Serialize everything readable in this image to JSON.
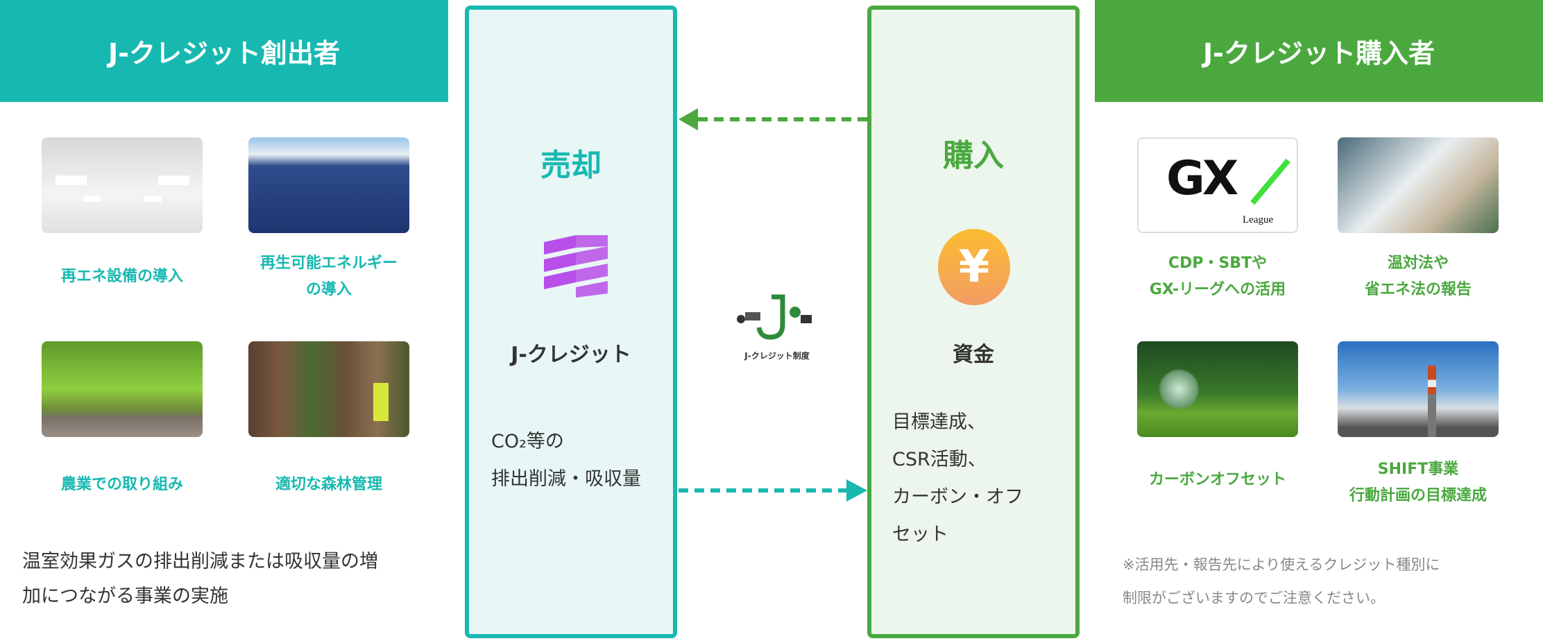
{
  "creator": {
    "title": "J-クレジット創出者",
    "items": [
      {
        "label": "再エネ設備の導入",
        "image": "office-ceiling-lights"
      },
      {
        "label": "再生可能エネルギーの導入",
        "line1": "再生可能エネルギー",
        "line2": "の導入",
        "image": "solar-panels"
      },
      {
        "label": "農業での取り組み",
        "image": "rice-field"
      },
      {
        "label": "適切な森林管理",
        "image": "forest-worker"
      }
    ],
    "description_line1": "温室効果ガスの排出削減または吸収量の増",
    "description_line2": "加につながる事業の実施"
  },
  "sell_box": {
    "title": "売却",
    "credit_label": "J-クレジット",
    "text_line1": "CO₂等の",
    "text_line2": "排出削減・吸収量"
  },
  "center_logo": {
    "text": "J-クレジット制度"
  },
  "buy_box": {
    "title": "購入",
    "fund_label": "資金",
    "text_lines": [
      "目標達成、",
      "CSR活動、",
      "カーボン・オフ",
      "セット"
    ]
  },
  "buyer": {
    "title": "J-クレジット購入者",
    "items": [
      {
        "line1": "CDP・SBTや",
        "line2": "GX-リーグへの活用",
        "image": "gx-league-logo",
        "logo_text": "GX",
        "logo_sub": "League"
      },
      {
        "line1": "温対法や",
        "line2": "省エネ法の報告",
        "image": "report-documents"
      },
      {
        "line1": "カーボンオフセット",
        "image": "glass-globe-moss"
      },
      {
        "line1": "SHIFT事業",
        "line2": "行動計画の目標達成",
        "image": "factory-smokestacks"
      }
    ],
    "note_line1": "※活用先・報告先により使えるクレジット種別に",
    "note_line2": "制限がございますのでご注意ください。"
  },
  "colors": {
    "teal": "#17b8b0",
    "green": "#4aa83f",
    "purple": "#b84fe8",
    "yen_orange": "#f7a54a"
  }
}
